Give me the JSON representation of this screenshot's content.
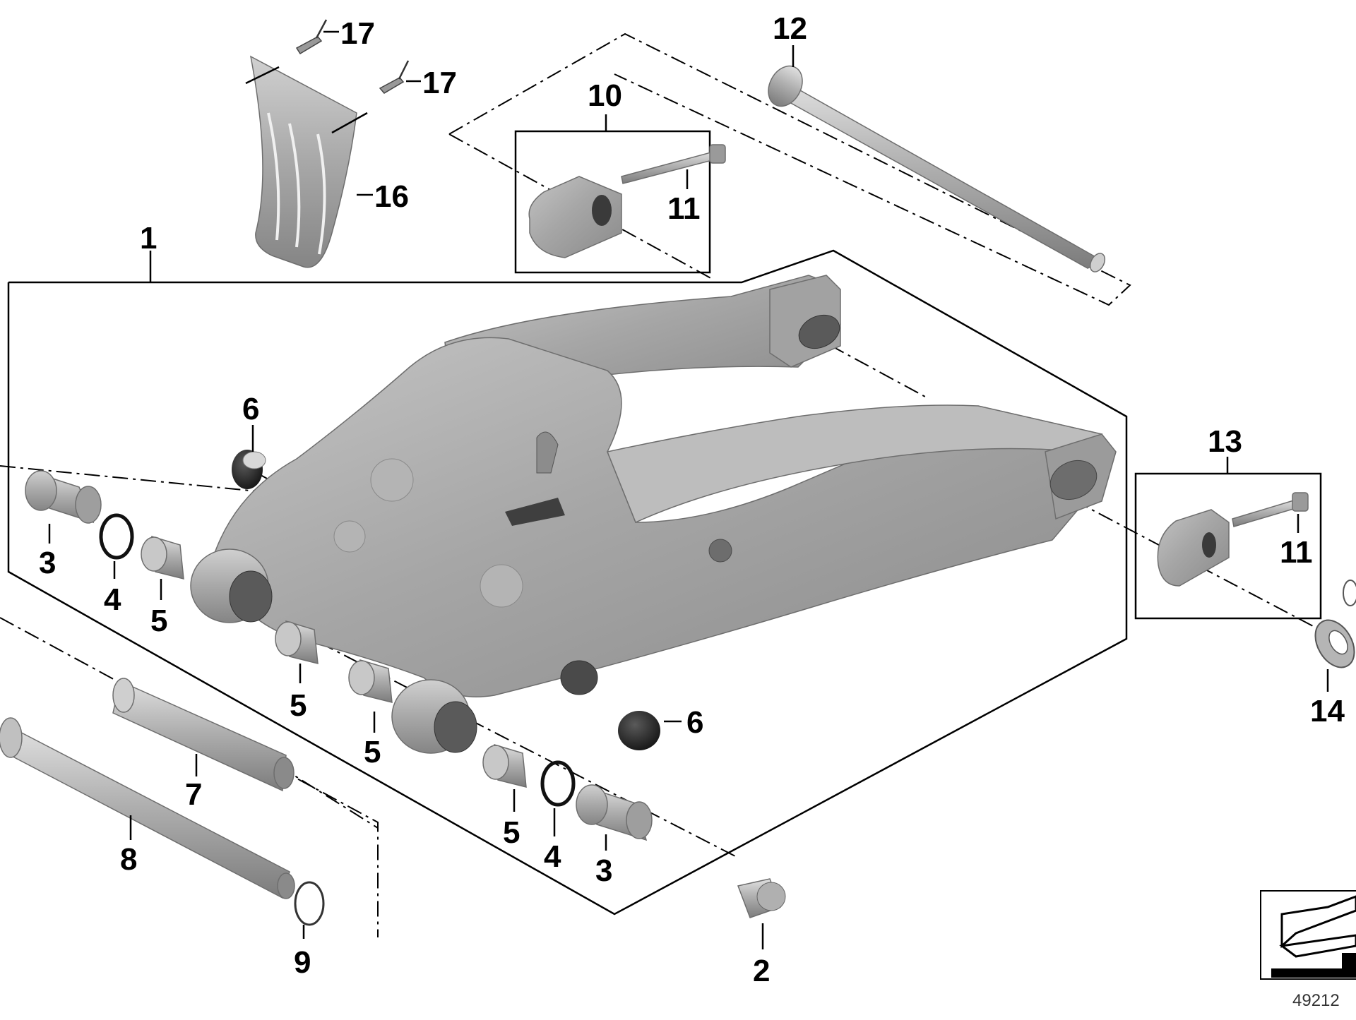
{
  "diagram": {
    "callouts": {
      "c1": "1",
      "c2": "2",
      "c3a": "3",
      "c3b": "3",
      "c4a": "4",
      "c4b": "4",
      "c5a": "5",
      "c5b": "5",
      "c5c": "5",
      "c5d": "5",
      "c6a": "6",
      "c6b": "6",
      "c7": "7",
      "c8": "8",
      "c9": "9",
      "c10": "10",
      "c11a": "11",
      "c11b": "11",
      "c12": "12",
      "c13": "13",
      "c14": "14",
      "c16": "16",
      "c17a": "17",
      "c17b": "17"
    },
    "dash_prefix_a": "–",
    "dash_prefix_b": "–",
    "dash_prefix_c": "–",
    "dash_prefix_d": "–",
    "dash_prefix_e": "–",
    "image_number": "49212",
    "colors": {
      "part_fill": "#a9a9a9",
      "part_dark": "#7c7c7c",
      "part_light": "#d4d4d4",
      "rubber": "#2c2c2c",
      "line": "#000000"
    },
    "icons": [
      "swingarm",
      "bearing-sleeve",
      "circlip",
      "needle-bearing",
      "cap",
      "axle",
      "spacer",
      "retaining-ring",
      "clamp-block",
      "screw",
      "pivot-pin",
      "washer",
      "mud-guard",
      "expanding-rivet",
      "orientation-arrow-icon"
    ]
  }
}
